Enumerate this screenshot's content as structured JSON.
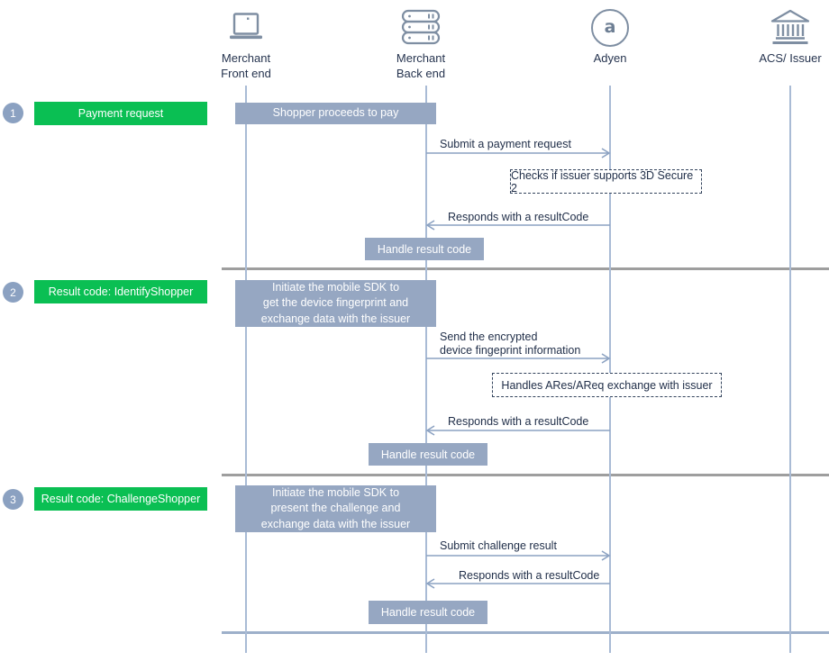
{
  "title": "3D Secure 2 mobile SDK payment flow sequence diagram",
  "palette": {
    "green": "#0abf53",
    "slate_box": "#96a7c2",
    "step_circle": "#8ba1c1",
    "lifeline": "#a9bbd5",
    "separator_gray": "#9e9e9e",
    "separator_blue": "#9db0ca",
    "arrow": "#8ca2c2",
    "text_dark": "#22304a"
  },
  "actors": [
    {
      "label": "Merchant\nFront end",
      "icon": "laptop-icon"
    },
    {
      "label": "Merchant\nBack end",
      "icon": "server-icon"
    },
    {
      "label": "Adyen",
      "icon": "adyen-logo-icon",
      "logo_letter": "a"
    },
    {
      "label": "ACS/ Issuer",
      "icon": "bank-icon"
    }
  ],
  "rows": [
    {
      "step_number": "1",
      "step_label": "Payment request",
      "action": "Shopper proceeds to pay",
      "msg_submit": "Submit a payment request",
      "note": "Checks if issuer supports 3D Secure 2",
      "msg_respond": "Responds with a resultCode",
      "handle": "Handle result code"
    },
    {
      "step_number": "2",
      "step_label": "Result code: IdentifyShopper",
      "action": "Initiate  the mobile SDK to\nget the device fingerprint and\nexchange data with the issuer",
      "msg_submit": "Send the encrypted\ndevice fingeprint information",
      "note": "Handles ARes/AReq exchange with issuer",
      "msg_respond": "Responds with a resultCode",
      "handle": "Handle result code"
    },
    {
      "step_number": "3",
      "step_label": "Result code: ChallengeShopper",
      "action": "Initiate the mobile SDK to\npresent the challenge and\nexchange data with the issuer",
      "msg_submit": "Submit challenge result",
      "msg_respond": "Responds with a resultCode",
      "handle": "Handle result code"
    }
  ]
}
